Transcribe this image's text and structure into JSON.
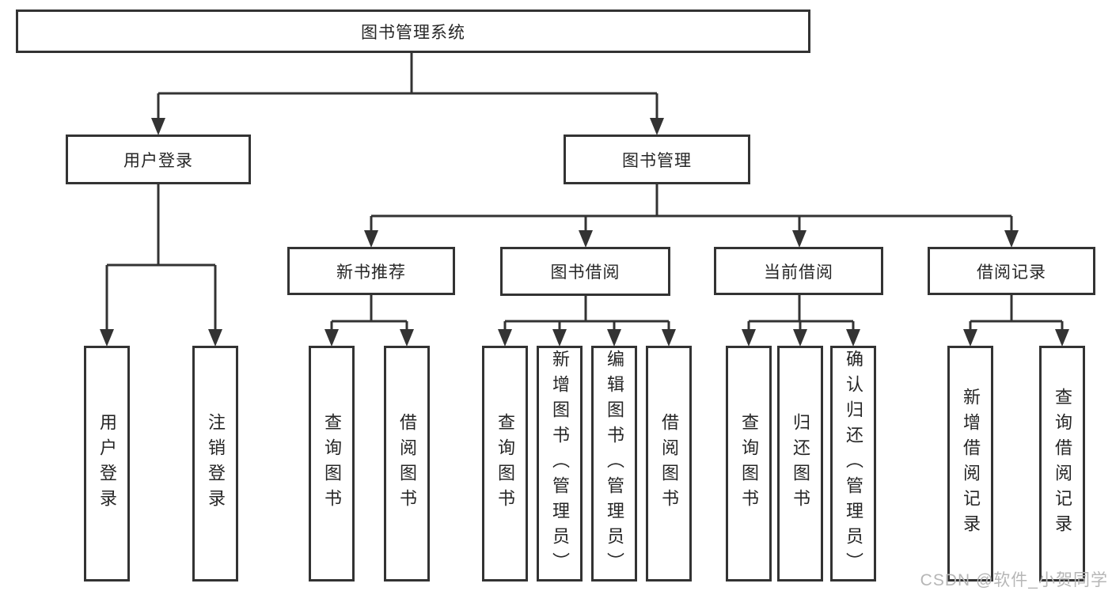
{
  "diagram": {
    "root": "图书管理系统",
    "level1": [
      "用户登录",
      "图书管理"
    ],
    "level2": [
      "新书推荐",
      "图书借阅",
      "当前借阅",
      "借阅记录"
    ],
    "leaves_user_login": [
      "用户登录",
      "注销登录"
    ],
    "leaves_new_books": [
      "查询图书",
      "借阅图书"
    ],
    "leaves_book_borrow": [
      "查询图书",
      "新增图书（管理员）",
      "编辑图书（管理员）",
      "借阅图书"
    ],
    "leaves_current_borrow": [
      "查询图书",
      "归还图书",
      "确认归还（管理员）"
    ],
    "leaves_borrow_records": [
      "新增借阅记录",
      "查询借阅记录"
    ]
  },
  "watermark": "CSDN @软件_小贺同学",
  "colors": {
    "line": "#333333",
    "text": "#262626",
    "watermark": "#b6b6b6",
    "background": "#ffffff"
  }
}
